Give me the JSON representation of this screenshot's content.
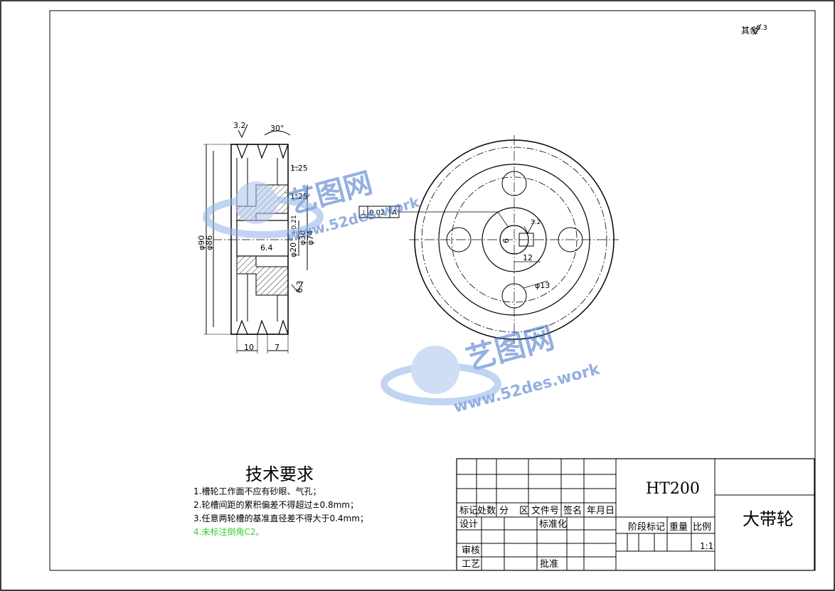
{
  "corner_note": "其余",
  "corner_roughness": "6.3",
  "front_view": {
    "groove_angle": "30°",
    "roughness_groove": "3.2",
    "taper_1": "1:25",
    "taper_2": "1:25",
    "dia_outer_a": "φ90",
    "dia_outer_b": "φ86",
    "dia_bore": "φ20",
    "bore_tol": "+0.21",
    "dia_hub": "φ30",
    "dia_hub2": "φ74",
    "chamfer_note": "6.4",
    "roughness_side": "6.3",
    "width_left": "10",
    "width_right": "7"
  },
  "side_view": {
    "tolerance_frame": [
      "⊥",
      "0.02",
      "A"
    ],
    "key_width": "12",
    "key_depth": "6",
    "hole_dia": "φ13",
    "roughness_key": "3.2"
  },
  "tech_requirements": {
    "title": "技术要求",
    "items": [
      "1.槽轮工作面不应有砂眼、气孔；",
      "2.轮槽间距的累积偏差不得超过±0.8mm；",
      "3.任意两轮槽的基准直径差不得大于0.4mm；",
      "4.未标注倒角C2。"
    ],
    "highlight_color": "#33cc33"
  },
  "title_block": {
    "material": "HT200",
    "part_name": "大带轮",
    "scale": "1:1",
    "row_headers": [
      "标记",
      "处数",
      "分",
      "区",
      "文件号",
      "签名",
      "年月日"
    ],
    "labels": {
      "design": "设计",
      "standardize": "标准化",
      "review": "审核",
      "process": "工艺",
      "approve": "批准",
      "stage_mark": "阶段标记",
      "weight": "重量",
      "scale_label": "比例"
    }
  },
  "watermark": {
    "brand": "艺图网",
    "url": "www.52des.work",
    "color": "#3f6fc9"
  }
}
